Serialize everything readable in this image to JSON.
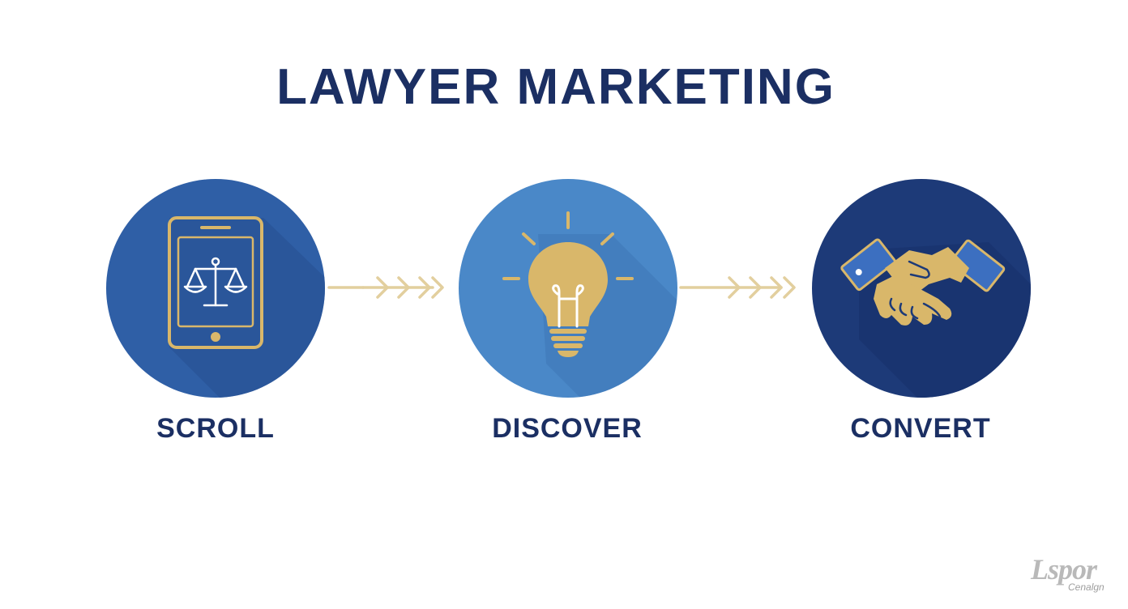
{
  "title": "LAWYER MARKETING",
  "steps": [
    {
      "label": "SCROLL",
      "icon": "tablet-scales-icon",
      "color": "#2f5fa6"
    },
    {
      "label": "DISCOVER",
      "icon": "lightbulb-icon",
      "color": "#4a88c8"
    },
    {
      "label": "CONVERT",
      "icon": "handshake-icon",
      "color": "#1d3a78"
    }
  ],
  "colors": {
    "title": "#1b2f63",
    "gold": "#d9b76a",
    "arrow": "#e2cf9e"
  },
  "watermark": {
    "main": "Lspor",
    "sub": "Cenalgn"
  }
}
